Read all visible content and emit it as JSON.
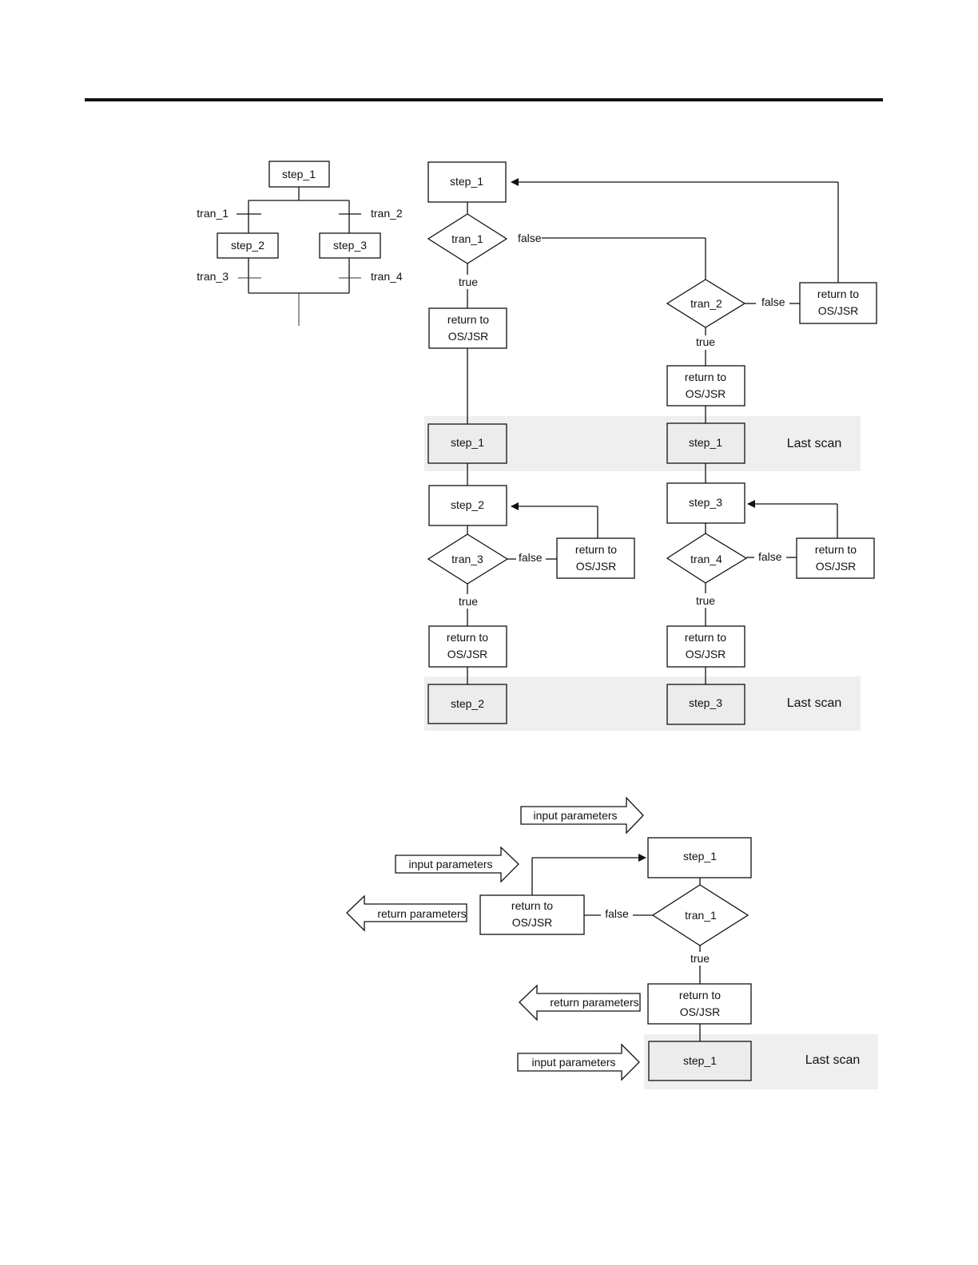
{
  "sfc": {
    "step_1": "step_1",
    "step_2": "step_2",
    "step_3": "step_3",
    "tran_1": "tran_1",
    "tran_2": "tran_2",
    "tran_3": "tran_3",
    "tran_4": "tran_4"
  },
  "flow": {
    "step_1": "step_1",
    "step_2": "step_2",
    "step_3": "step_3",
    "tran_1": "tran_1",
    "tran_2": "tran_2",
    "tran_3": "tran_3",
    "tran_4": "tran_4",
    "true_label": "true",
    "false_label": "false",
    "return_line1": "return to",
    "return_line2": "OS/JSR",
    "last_scan": "Last scan"
  },
  "params": {
    "input_parameters": "input parameters",
    "return_parameters": "return parameters",
    "step_1": "step_1",
    "tran_1": "tran_1",
    "true_label": "true",
    "false_label": "false",
    "return_line1": "return to",
    "return_line2": "OS/JSR",
    "last_scan": "Last scan"
  }
}
